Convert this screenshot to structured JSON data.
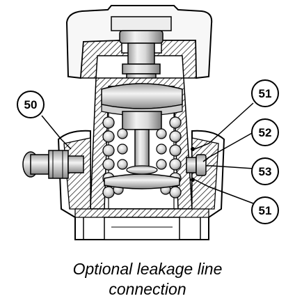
{
  "callouts": {
    "left_50": "50",
    "right_51_top": "51",
    "right_52": "52",
    "right_53": "53",
    "right_51_bottom": "51"
  },
  "caption": {
    "line1": "Optional leakage line",
    "line2": "connection"
  }
}
